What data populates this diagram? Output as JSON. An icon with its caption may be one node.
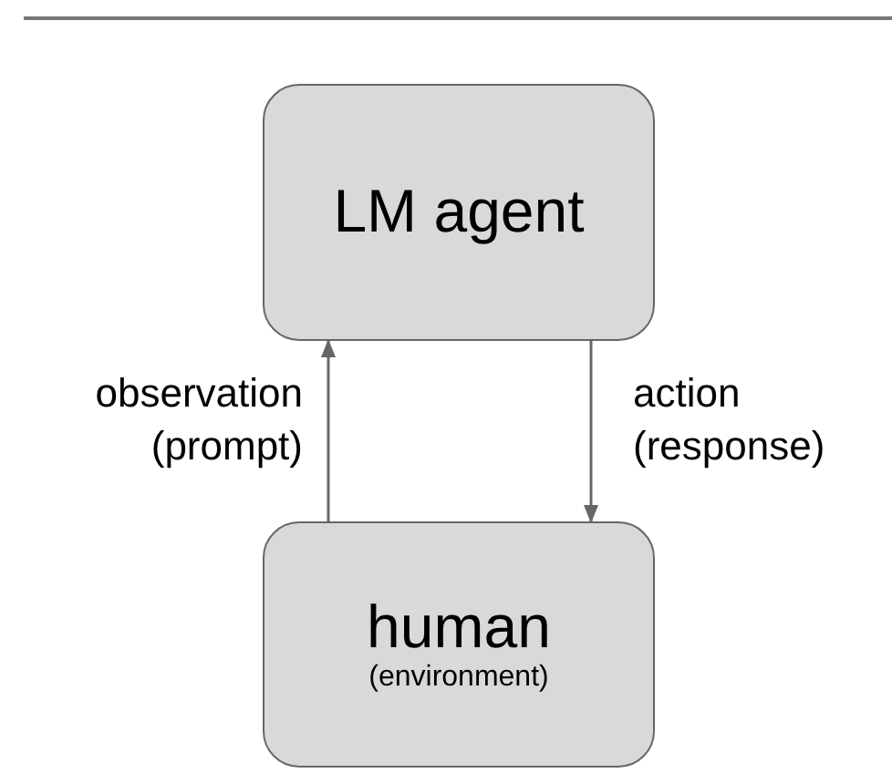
{
  "diagram": {
    "nodes": [
      {
        "text": [
          "LM agent"
        ]
      },
      {
        "text": [
          "human",
          "(environment)"
        ]
      }
    ],
    "edges": [
      {
        "from": 1,
        "to": 0,
        "arrow": "to",
        "label": "observation (prompt)"
      },
      {
        "from": 0,
        "to": 1,
        "arrow": "to",
        "label": "action (response)"
      }
    ]
  }
}
